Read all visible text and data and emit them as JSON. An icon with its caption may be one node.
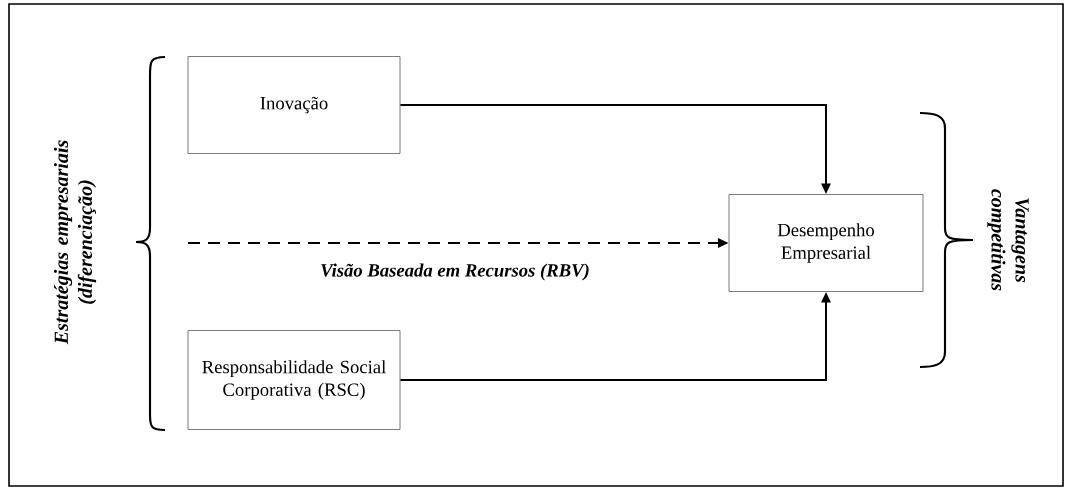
{
  "diagram": {
    "nodes": [
      {
        "text": [
          "Inovação"
        ]
      },
      {
        "text": [
          "Desempenho Empresarial"
        ]
      },
      {
        "text": [
          "Responsabilidade Social Corporativa (RSC)"
        ]
      }
    ],
    "edges": [
      {
        "from": 0,
        "to": 1,
        "arrow": "to"
      },
      {
        "from": null,
        "to": 1,
        "arrow": "to",
        "style": "dashed",
        "label": "Visão Baseada em Recursos (RBV)"
      },
      {
        "from": 2,
        "to": 1,
        "arrow": "to"
      }
    ],
    "labels": [
      "Estratégias empresariais (diferenciação)",
      "Vantagens competitivas"
    ]
  }
}
